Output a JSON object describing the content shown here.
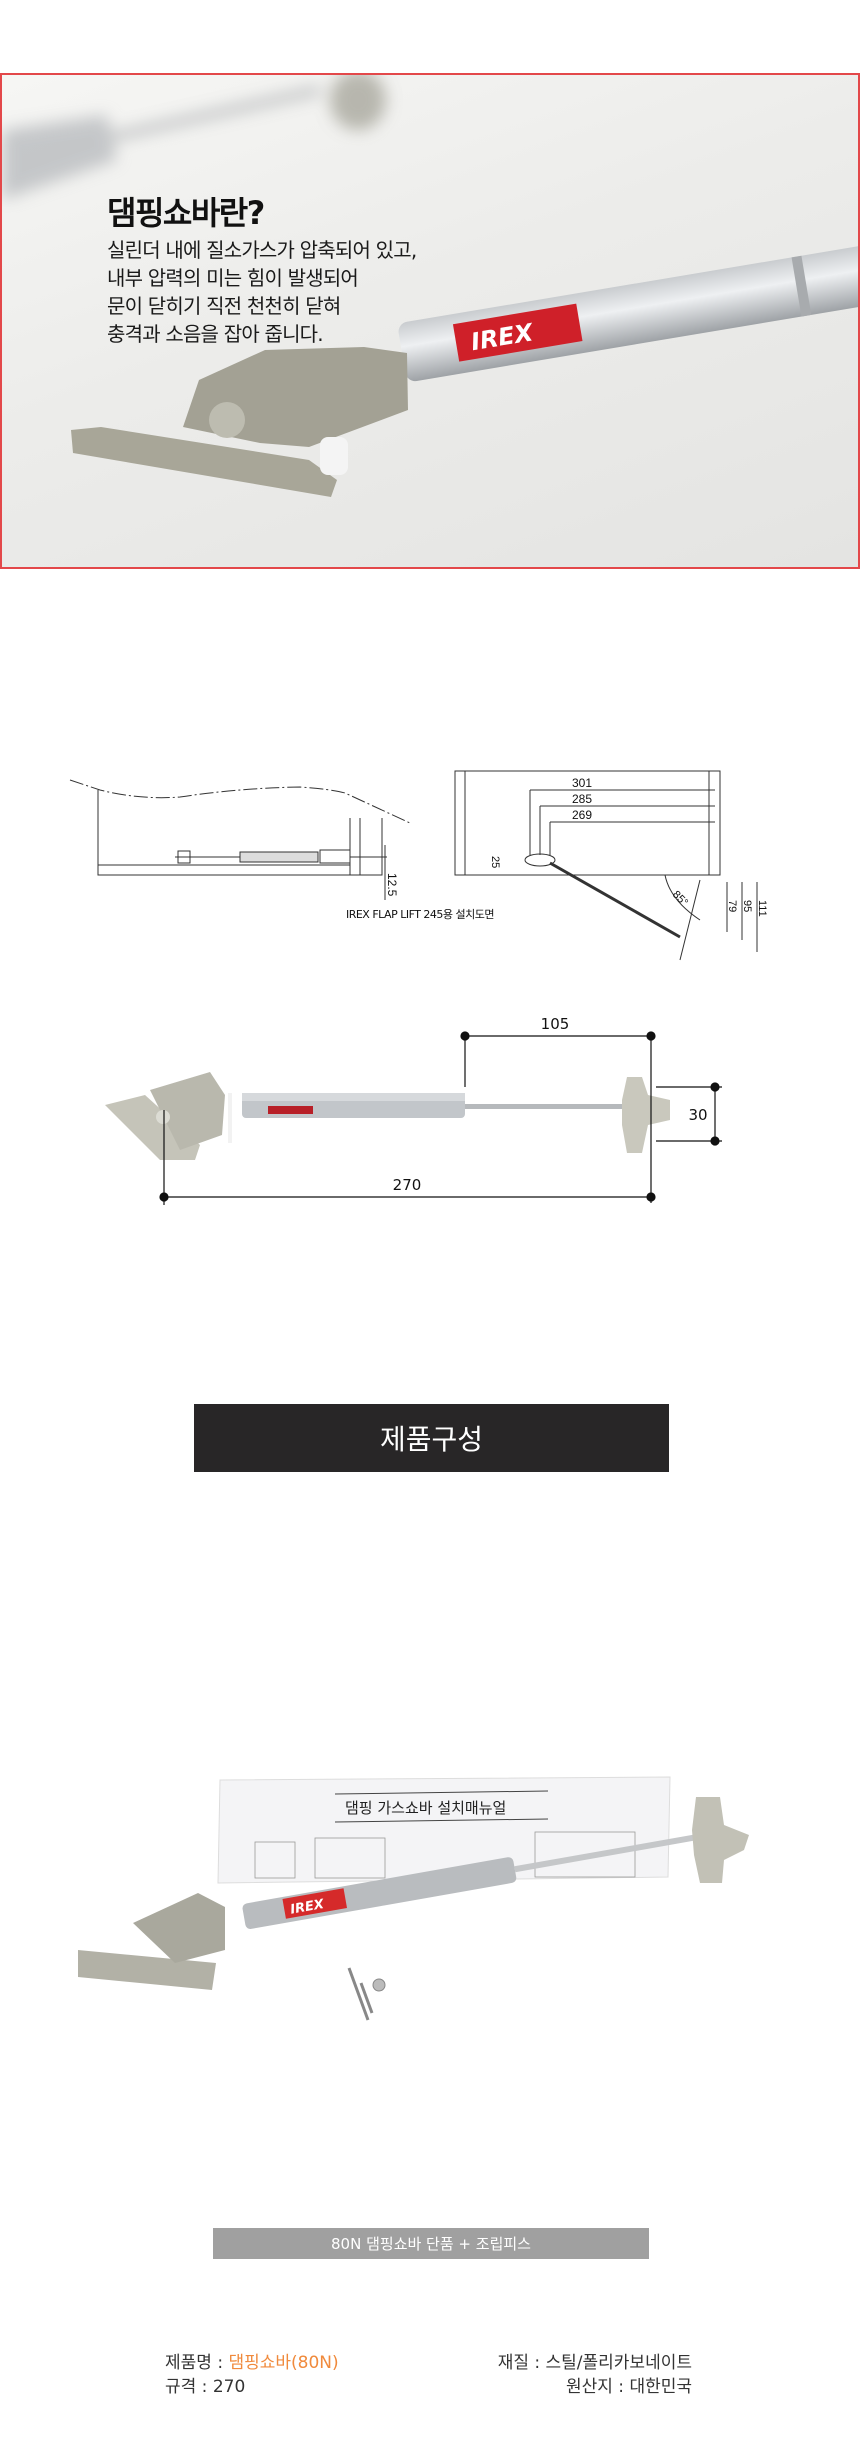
{
  "hero": {
    "title": "댐핑쇼바란?",
    "body": [
      "실린더 내에 질소가스가 압축되어 있고,",
      "내부 압력의 미는 힘이 발생되어",
      "문이 닫히기 직전 천천히 닫혀",
      "충격과 소음을 잡아 줍니다."
    ],
    "logo": "IREX",
    "border_color": "#e3484a"
  },
  "install_drawing": {
    "left_dims": [
      "12.5"
    ],
    "right_dims": [
      "301",
      "285",
      "269",
      "25",
      "85°",
      "79",
      "95",
      "111"
    ],
    "caption": "IREX FLAP LIFT 245용 설치도면"
  },
  "size_drawing": {
    "stroke": "105",
    "height": "30",
    "length": "270"
  },
  "composition": {
    "banner": "제품구성",
    "manual_title": "댐핑 가스쇼바 설치매뉴얼",
    "package_label": "80N 댐핑쇼바 단품 + 조립피스"
  },
  "specs": {
    "name_label": "제품명 : ",
    "name_value": "댐핑쇼바(80N)",
    "size": "규격 : 270",
    "material": "재질 : 스틸/폴리카보네이트",
    "origin": "원산지 : 대한민국",
    "accent_color": "#f08a3c"
  }
}
